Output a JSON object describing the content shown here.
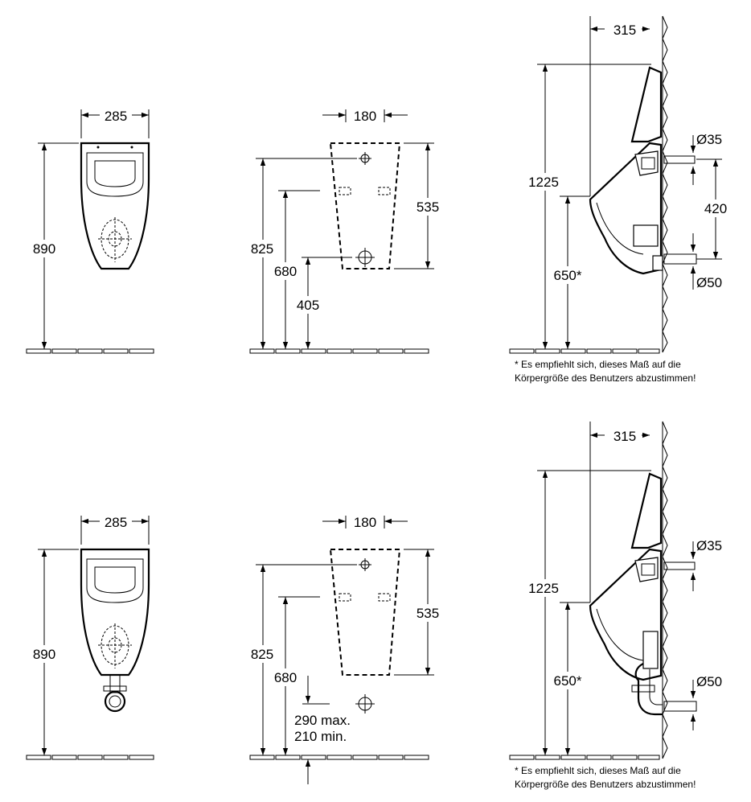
{
  "top": {
    "front": {
      "width": "285",
      "height": "890"
    },
    "wall": {
      "width": "180",
      "height_a": "825",
      "height_b": "680",
      "height_c": "405",
      "span": "535"
    },
    "side": {
      "depth": "315",
      "total": "1225",
      "rim": "650*",
      "inlet": "Ø35",
      "spacing": "420",
      "outlet": "Ø50"
    },
    "note_line1": "* Es empfiehlt sich, dieses Maß auf die",
    "note_line2": "Körpergröße  des Benutzers abzustimmen!"
  },
  "bottom": {
    "front": {
      "width": "285",
      "height": "890"
    },
    "wall": {
      "width": "180",
      "height_a": "825",
      "height_b": "680",
      "span": "535",
      "trap_max": "290 max.",
      "trap_min": "210 min."
    },
    "side": {
      "depth": "315",
      "total": "1225",
      "rim": "650*",
      "inlet": "Ø35",
      "outlet": "Ø50"
    },
    "note_line1": "* Es empfiehlt sich, dieses Maß auf die",
    "note_line2": "Körpergröße  des Benutzers abzustimmen!"
  }
}
